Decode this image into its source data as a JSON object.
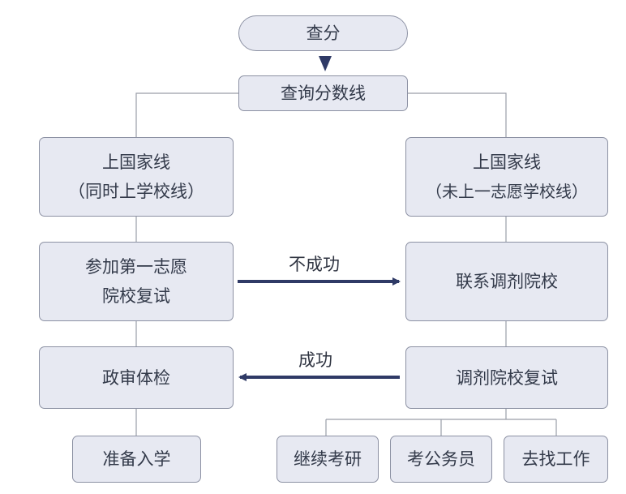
{
  "nodes": {
    "start": "查分",
    "query_line": "查询分数线",
    "left_branch": {
      "line1": "上国家线",
      "line2": "（同时上学校线）"
    },
    "right_branch": {
      "line1": "上国家线",
      "line2": "（未上一志愿学校线）"
    },
    "first_choice": {
      "line1": "参加第一志愿",
      "line2": "院校复试"
    },
    "adjust": "联系调剂院校",
    "political": "政审体检",
    "adjust_interview": "调剂院校复试",
    "enroll": "准备入学",
    "continue_study": "继续考研",
    "civil_service": "考公务员",
    "find_job": "去找工作"
  },
  "edge_labels": {
    "fail": "不成功",
    "success": "成功"
  },
  "colors": {
    "box_fill": "#e7e9f2",
    "box_border": "#8c91a3",
    "arrow": "#2f3a66",
    "line": "#9a9ea8"
  }
}
